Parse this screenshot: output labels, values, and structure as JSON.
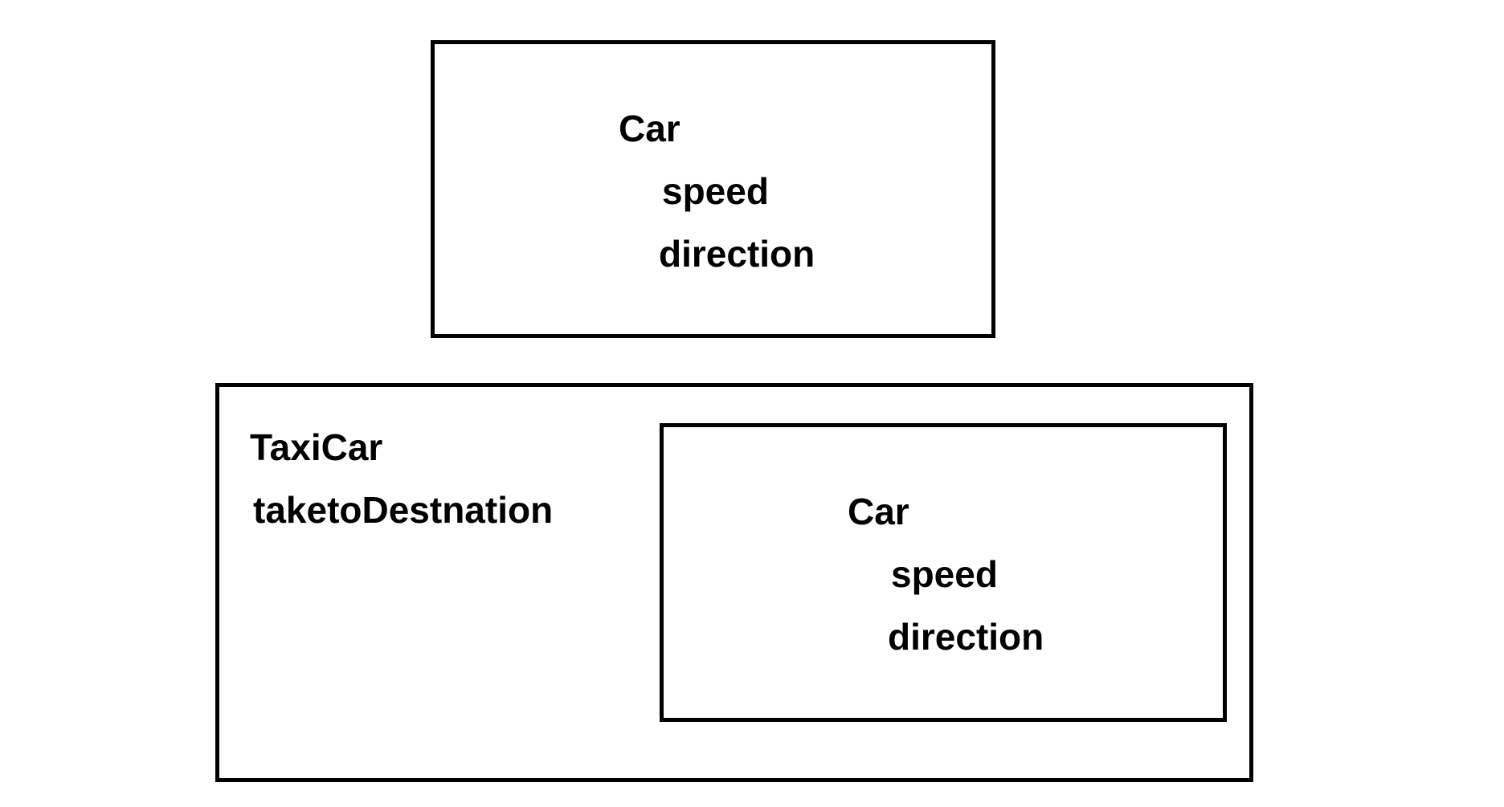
{
  "car_box": {
    "title": "Car",
    "fields": [
      "speed",
      "direction"
    ]
  },
  "taxicar_box": {
    "title": "TaxiCar",
    "method": "taketoDestnation",
    "inner_car": {
      "title": "Car",
      "fields": [
        "speed",
        "direction"
      ]
    }
  }
}
